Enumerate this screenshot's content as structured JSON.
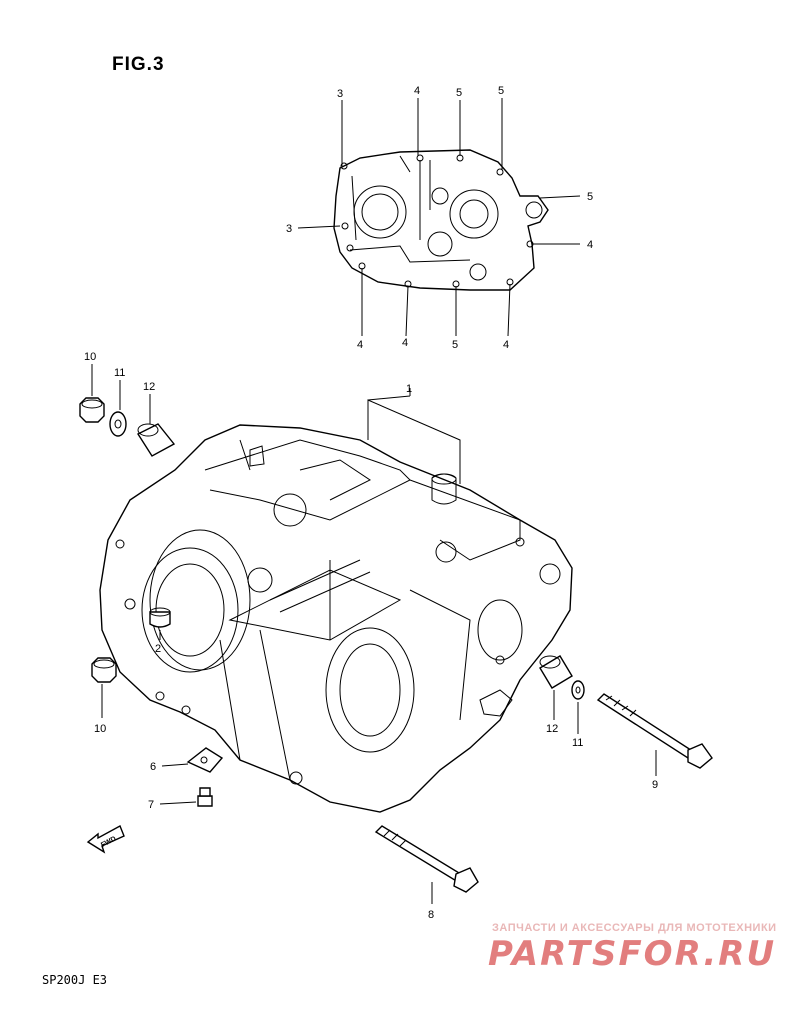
{
  "figure": {
    "title": "FIG.3",
    "footer": "SP200J E3"
  },
  "watermark": {
    "tagline": "ЗАПЧАСТИ И АКСЕССУАРЫ ДЛЯ МОТОТЕХНИКИ",
    "brand": "PARTSFOR.RU",
    "color": "#e27e7e"
  },
  "callouts": {
    "top_3a": "3",
    "top_4a": "4",
    "top_5a": "5",
    "top_5b": "5",
    "top_5c": "5",
    "top_3b": "3",
    "top_4b": "4",
    "bot_4a": "4",
    "bot_4b": "4",
    "bot_5": "5",
    "bot_4c": "4",
    "p1": "1",
    "p2": "2",
    "p10a": "10",
    "p11a": "11",
    "p12a": "12",
    "p10b": "10",
    "p12b": "12",
    "p11b": "11",
    "p9": "9",
    "p6": "6",
    "p7": "7",
    "p8": "8"
  },
  "fwd_label": "FWD"
}
